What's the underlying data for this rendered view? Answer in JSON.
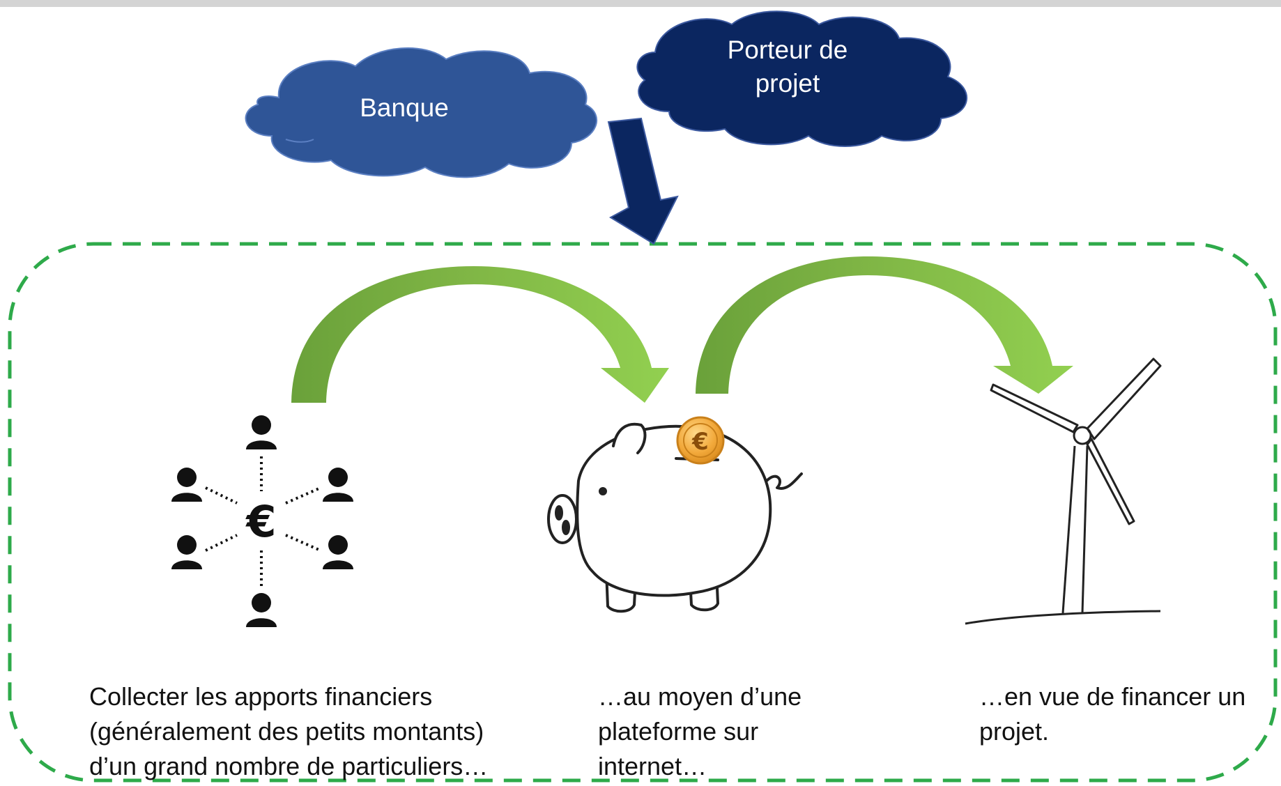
{
  "clouds": {
    "bank": {
      "label": "Banque",
      "color": "#2f5597"
    },
    "project_owner": {
      "label": "Porteur de projet",
      "color": "#0b2660"
    }
  },
  "captions": {
    "collect": "Collecter les apports financiers (généralement des petits montants) d’un grand nombre de particuliers…",
    "platform": "…au moyen d’une plateforme sur internet…",
    "finance": "…en vue de financer un projet."
  },
  "icons": {
    "crowd": "crowd-euro-network-icon",
    "piggy_bank": "piggy-bank-icon",
    "coin_symbol": "€",
    "wind_turbine": "wind-turbine-icon"
  },
  "colors": {
    "dashed_frame": "#2eaa4a",
    "flow_arrow_light": "#92d050",
    "flow_arrow_dark": "#6aa13a",
    "down_arrow": "#0b2660",
    "coin": "#f0a830"
  }
}
